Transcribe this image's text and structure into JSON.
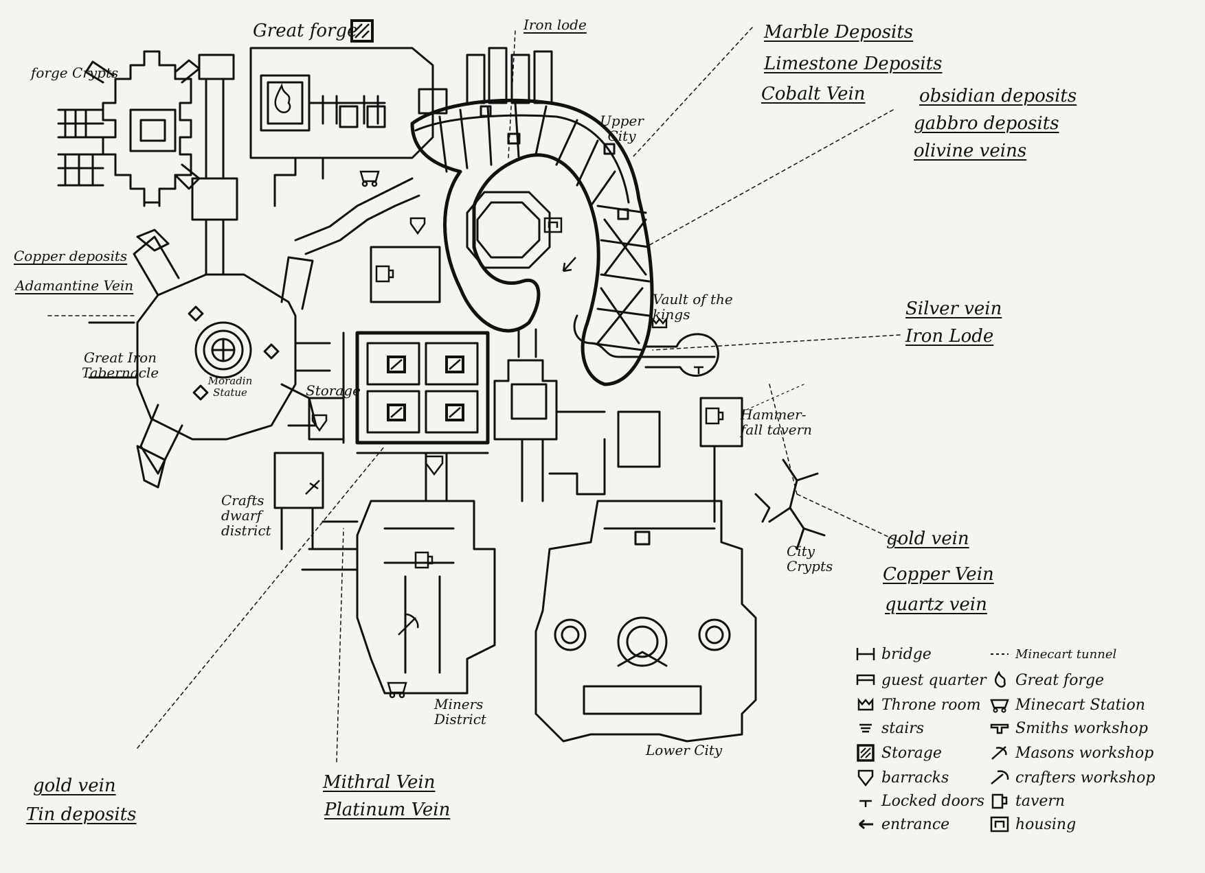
{
  "labels": {
    "great_forge": "Great forge",
    "forge_crypts": "forge Crypts",
    "iron_lode_top": "Iron lode",
    "marble_deposits": "Marble Deposits",
    "limestone_deposits": "Limestone Deposits",
    "cobalt_vein": "Cobalt Vein",
    "obsidian_deposits": "obsidian deposits",
    "gabbro_deposits": "gabbro deposits",
    "olivine_veins": "olivine veins",
    "upper_city": "Upper City",
    "copper_deposits": "Copper deposits",
    "adamantine_vein": "Adamantine Vein",
    "vault_of_the_kings": "Vault of the kings",
    "silver_vein": "Silver vein",
    "iron_lode_right": "Iron Lode",
    "great_iron_tabernacle": "Great Iron Tabernacle",
    "moradin_statue": "Moradin Statue",
    "storage": "Storage",
    "hammerfall_tavern": "Hammer-fall tavern",
    "crafts_dwarf_district": "Crafts dwarf district",
    "gold_vein_right": "gold vein",
    "copper_vein": "Copper Vein",
    "quartz_vein": "quartz vein",
    "city_crypts": "City Crypts",
    "miners_district": "Miners District",
    "lower_city": "Lower City",
    "gold_vein_left": "gold vein",
    "tin_deposits": "Tin deposits",
    "mithral_vein": "Mithral Vein",
    "platinum_vein": "Platinum Vein"
  },
  "legend": {
    "bridge": "bridge",
    "minecart_tunnel": "Minecart tunnel",
    "guest_quarter": "guest quarter",
    "great_forge": "Great forge",
    "throne_room": "Throne room",
    "minecart_station": "Minecart Station",
    "stairs": "stairs",
    "smiths_workshop": "Smiths workshop",
    "storage": "Storage",
    "masons_workshop": "Masons workshop",
    "barracks": "barracks",
    "crafters_workshop": "crafters workshop",
    "locked_doors": "Locked doors",
    "tavern": "tavern",
    "entrance": "entrance",
    "housing": "housing"
  },
  "icons": [
    "forge-icon",
    "storage-icon",
    "minecart-station-icon",
    "barracks-icon",
    "tavern-icon",
    "housing-icon",
    "throne-room-icon",
    "guest-quarter-icon",
    "entrance-arrow-icon",
    "smiths-workshop-icon",
    "masons-workshop-icon",
    "crafters-workshop-icon",
    "bridge-icon",
    "stairs-icon",
    "locked-door-icon"
  ],
  "colors": {
    "ink": "#111111",
    "paper": "#f4f4f2"
  }
}
